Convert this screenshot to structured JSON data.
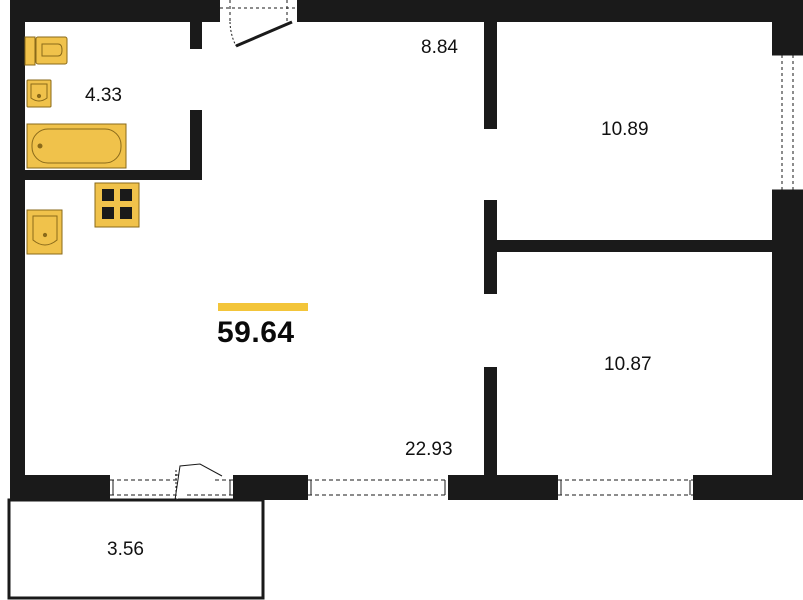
{
  "plan": {
    "total_area": "59.64",
    "accent_color": "#f3c53a",
    "wall_color": "#1a1a1a",
    "fixture_color": "#f0c24b",
    "rooms": [
      {
        "id": "bathroom",
        "area": "4.33"
      },
      {
        "id": "hallway",
        "area": "8.84"
      },
      {
        "id": "bedroom-top",
        "area": "10.89"
      },
      {
        "id": "bedroom-bottom",
        "area": "10.87"
      },
      {
        "id": "living-kitchen",
        "area": "22.93"
      },
      {
        "id": "balcony",
        "area": "3.56"
      }
    ],
    "fixtures": [
      "toilet-icon",
      "sink-icon",
      "bathtub-icon",
      "stove-icon",
      "kitchen-sink-icon"
    ]
  }
}
